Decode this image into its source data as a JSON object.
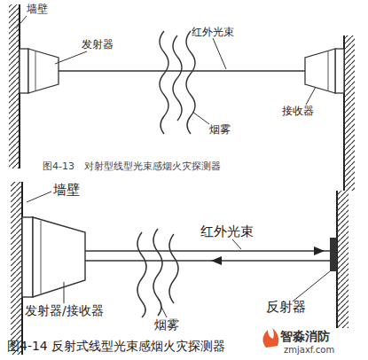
{
  "diagram": {
    "labels": [
      "墙壁",
      "发射器",
      "红外光束",
      "烟雾",
      "接收器",
      "图4-13　对射型线型光束感烟火灾探测器",
      "墙壁",
      "红外光束",
      "发射器/接收器",
      "烟雾",
      "反射器",
      "图4-14  反射式线型光束感烟火灾探测器",
      "智淼消防",
      "zmjaxf.com"
    ]
  }
}
